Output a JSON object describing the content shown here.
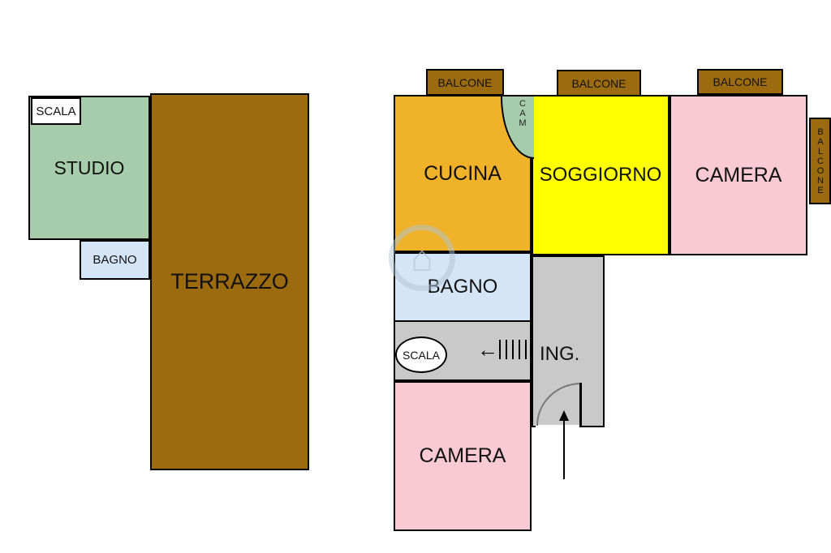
{
  "colors": {
    "brown": "#9c6b10",
    "green": "#a7ccab",
    "blue": "#d4e5f7",
    "orange": "#f0b229",
    "yellow": "#ffff00",
    "pink": "#f9cad4",
    "grey": "#c9c9c9",
    "wall": "#000000"
  },
  "upper_floor": {
    "scala": "SCALA",
    "studio": "STUDIO",
    "bagno": "BAGNO",
    "terrazzo": "TERRAZZO"
  },
  "main_floor": {
    "balcone_top_1": "BALCONE",
    "balcone_top_2": "BALCONE",
    "balcone_top_3": "BALCONE",
    "balcone_right": "BALCONE",
    "cucina": "CUCINA",
    "cam": "CAM",
    "soggiorno": "SOGGIORNO",
    "camera_top": "CAMERA",
    "bagno": "BAGNO",
    "scala": "SCALA",
    "ing": "ING.",
    "camera_bottom": "CAMERA"
  },
  "symbols": {
    "stairs_arrow": "←",
    "watermark_house": "⌂"
  }
}
